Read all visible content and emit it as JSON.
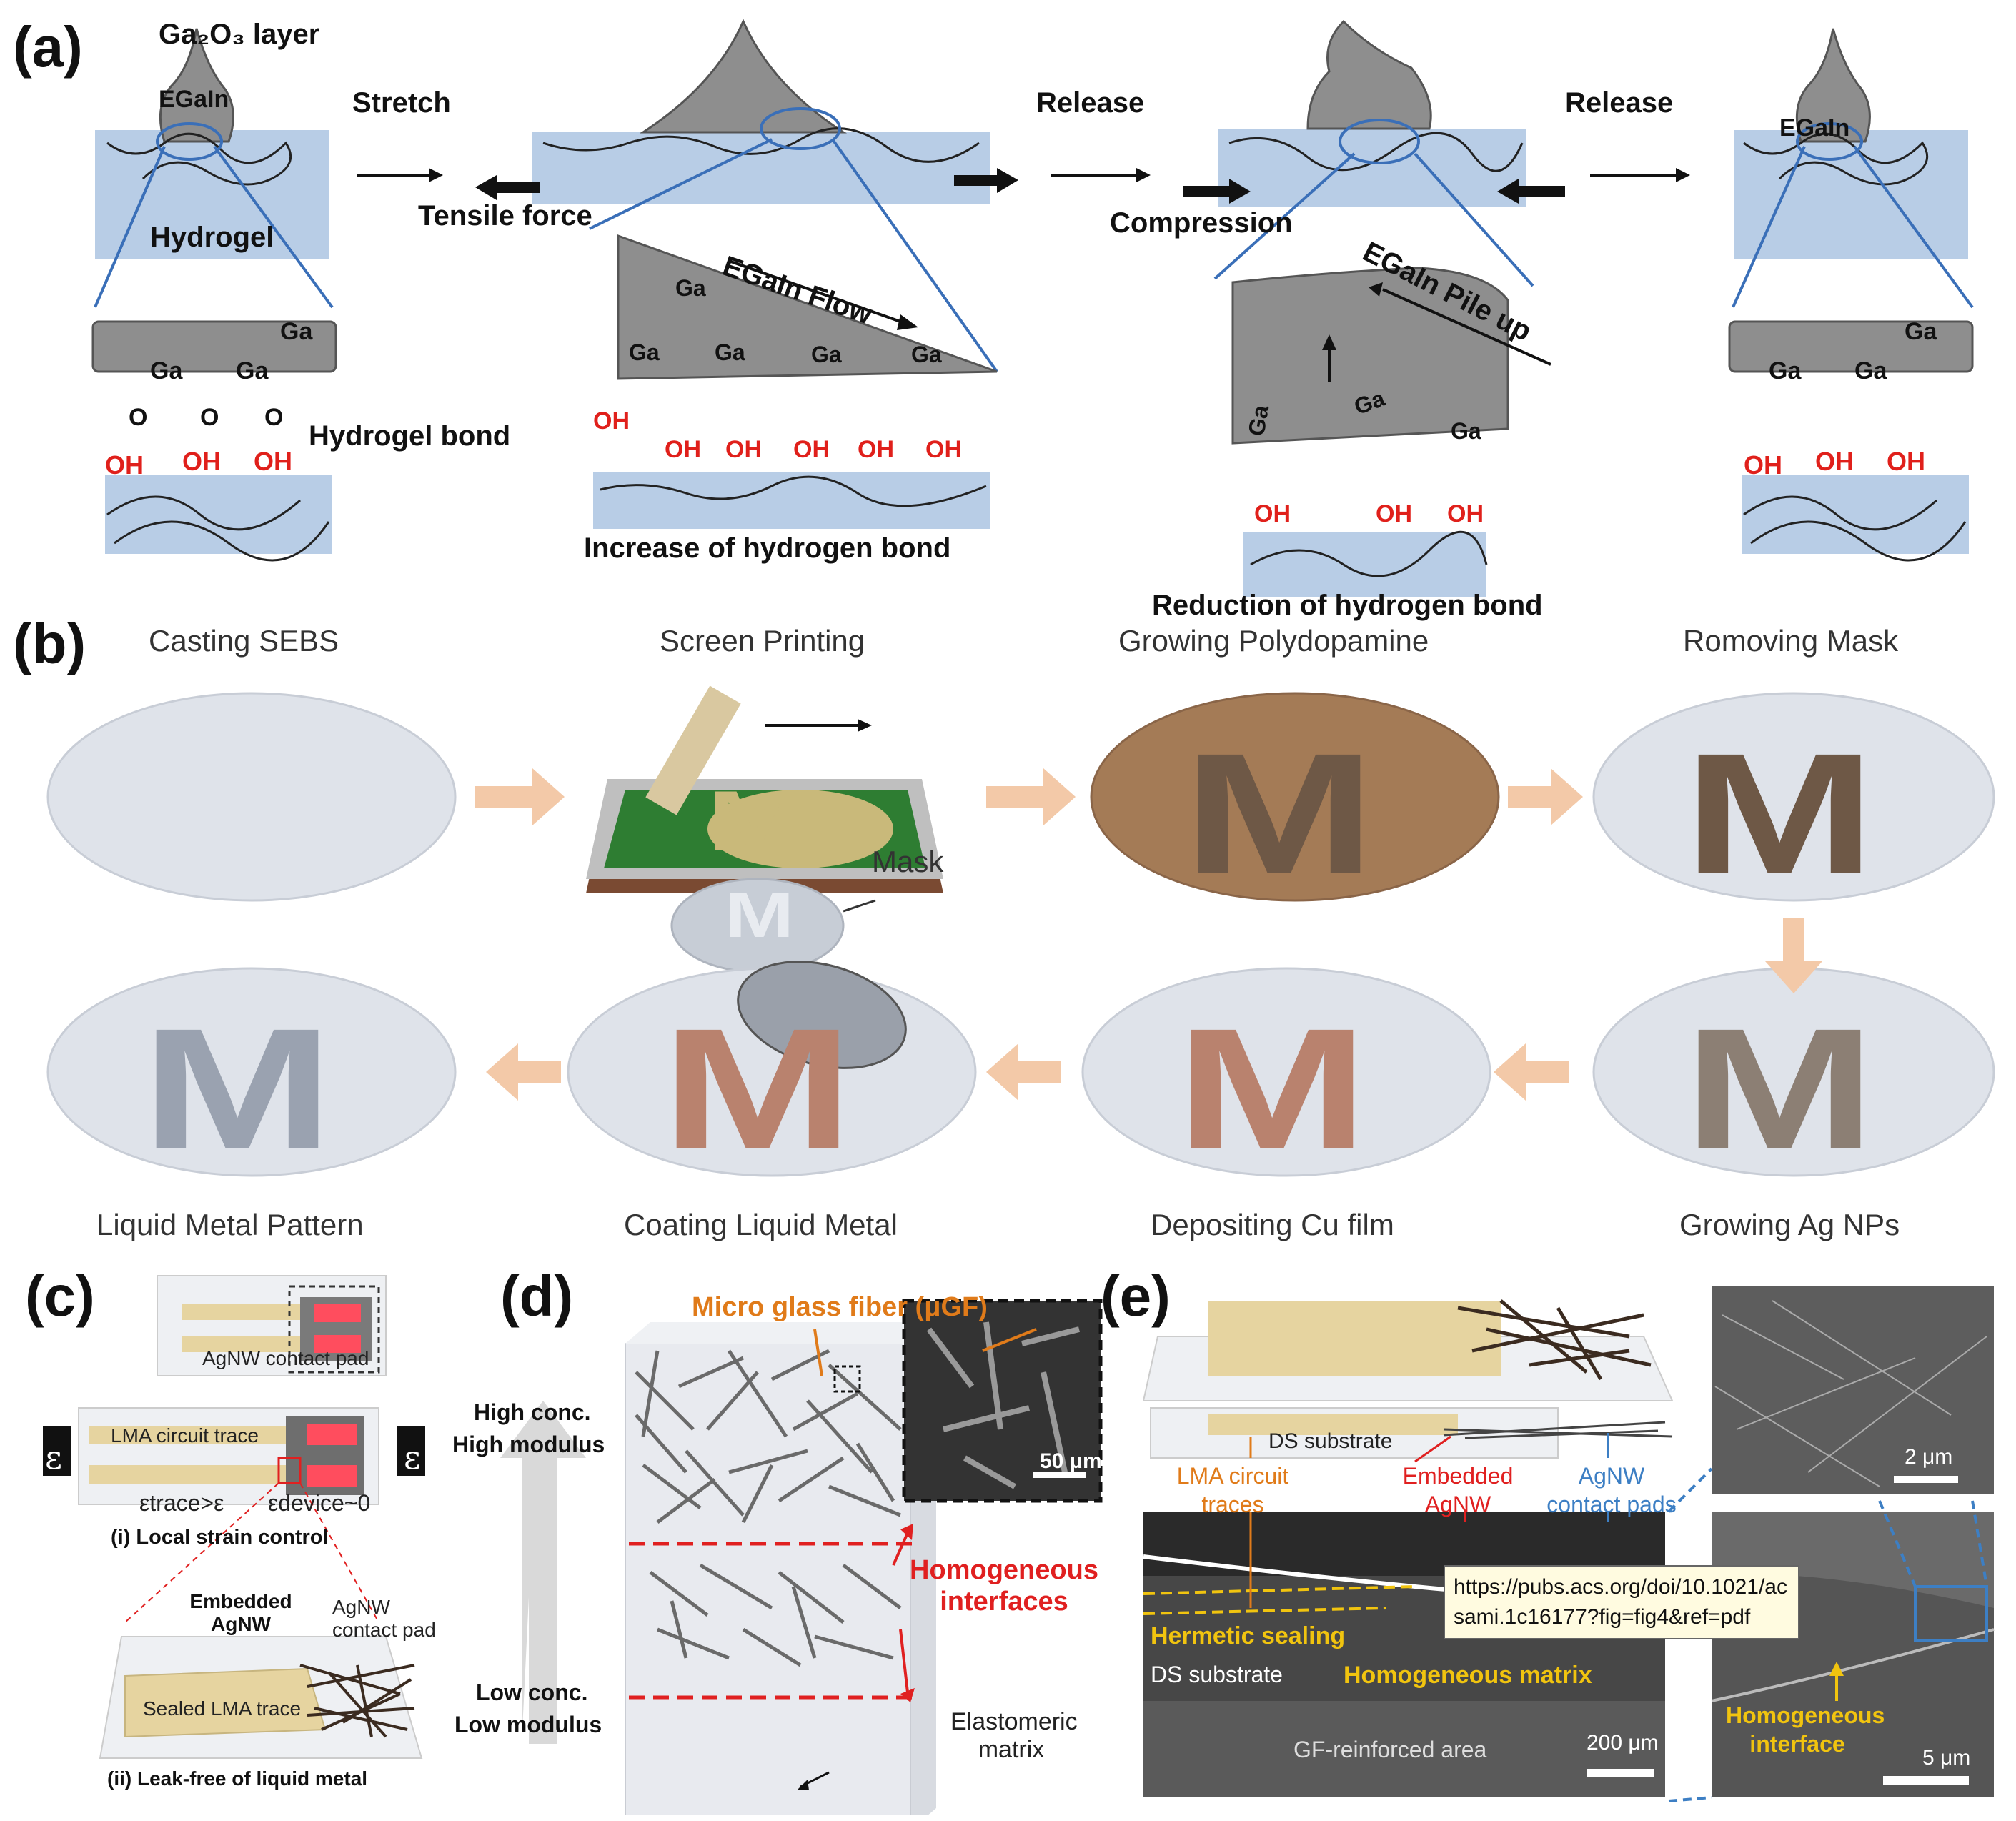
{
  "panel_a": {
    "letter": "(a)",
    "ga2o3_layer": "Ga₂O₃ layer",
    "egain": "EGaIn",
    "hydrogel": "Hydrogel",
    "stretch": "Stretch",
    "release": "Release",
    "tensile_force": "Tensile force",
    "compression": "Compression",
    "egain_flow": "EGaIn Flow",
    "egain_pile_up": "EGaIn Pile up",
    "hydrogel_bond": "Hydrogel bond",
    "increase_bond": "Increase of hydrogen bond",
    "reduction_bond": "Reduction of hydrogen bond",
    "ga": "Ga",
    "o": "O",
    "oh": "OH"
  },
  "panel_b": {
    "letter": "(b)",
    "steps": [
      "Casting SEBS",
      "Screen Printing",
      "Growing Polydopamine",
      "Romoving Mask",
      "Growing Ag NPs",
      "Depositing Cu film",
      "Coating Liquid Metal",
      "Liquid Metal Pattern"
    ],
    "mask": "Mask",
    "m": "M"
  },
  "panel_c": {
    "letter": "(c)",
    "agnw_contact_pad": "AgNW contact pad",
    "lma_circuit_trace": "LMA circuit trace",
    "epsilon": "ε",
    "eps_trace": "εtrace>ε",
    "eps_device": "εdevice~0",
    "local_strain": "(i) Local strain control",
    "embedded_agnw": "Embedded AgNW",
    "agnw_contact_pad2": "AgNW contact pad",
    "sealed_lma": "Sealed LMA trace",
    "leak_free": "(ii) Leak-free of liquid metal"
  },
  "panel_d": {
    "letter": "(d)",
    "micro_glass_fiber": "Micro glass fiber (μGF)",
    "high_conc": "High conc.",
    "high_modulus": "High modulus",
    "low_conc": "Low conc.",
    "low_modulus": "Low modulus",
    "homogeneous_interfaces": "Homogeneous interfaces",
    "elastomeric_matrix": "Elastomeric matrix",
    "scale": "50 μm"
  },
  "panel_e": {
    "letter": "(e)",
    "ds_substrate": "DS substrate",
    "lma_traces": "LMA circuit traces",
    "embedded_agnw": "Embedded AgNW",
    "agnw_pads": "AgNW contact pads",
    "hermetic": "Hermetic sealing",
    "ds_substrate2": "DS substrate",
    "homog_matrix": "Homogeneous matrix",
    "gf_area": "GF-reinforced area",
    "scale_200": "200 μm",
    "scale_2": "2 μm",
    "scale_5": "5 μm",
    "homog_interface": "Homogeneous interface",
    "tooltip": "https://pubs.acs.org/doi/10.1021/acsami.1c16177?fig=fig4&ref=pdf"
  },
  "colors": {
    "hydrogel_blue": "#b8cde6",
    "egain_gray": "#8e8e8e",
    "oh_red": "#e0201b",
    "arrow_peach": "#f3c9a8",
    "disk": "#dfe3ea",
    "interface_red": "#e02020",
    "fiber_orange": "#e07b1a",
    "trace_tan": "#e6d4a0",
    "agnw_blue": "#3d7fc4"
  }
}
